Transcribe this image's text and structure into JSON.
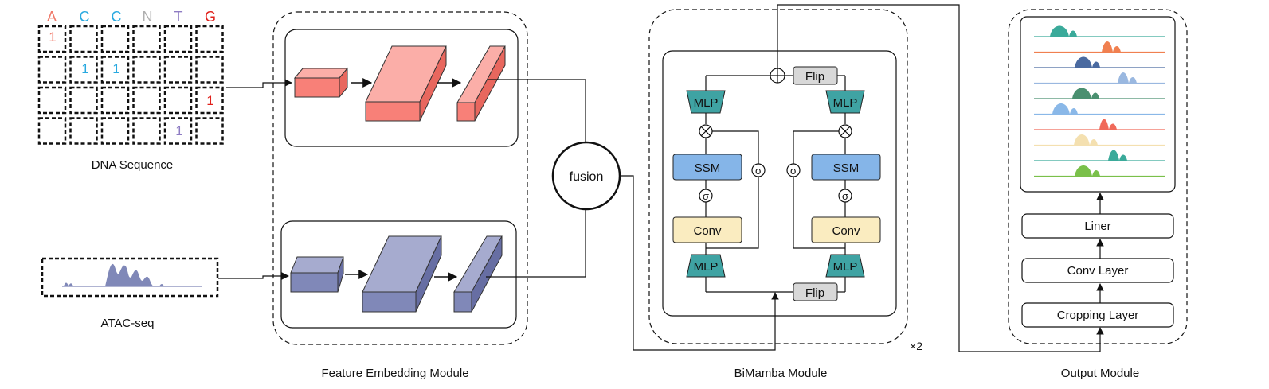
{
  "dna": {
    "bases": [
      "A",
      "C",
      "C",
      "N",
      "T",
      "G"
    ],
    "base_colors": [
      "#f07a6a",
      "#29a9e0",
      "#29a9e0",
      "#b0b0b0",
      "#8e7cc3",
      "#e0201b"
    ],
    "ones": [
      "1",
      "1",
      "1",
      "1",
      "1"
    ],
    "caption": "DNA Sequence"
  },
  "atac": {
    "caption": "ATAC-seq"
  },
  "modules": {
    "feature_embedding": "Feature Embedding Module",
    "bimamba": "BiMamba Module",
    "output": "Output Module",
    "repeat": "×2"
  },
  "fusion": "fusion",
  "bimamba": {
    "flip": "Flip",
    "mlp": "MLP",
    "ssm": "SSM",
    "conv": "Conv",
    "sigma": "σ"
  },
  "output": {
    "liner": "Liner",
    "conv_layer": "Conv Layer",
    "cropping": "Cropping Layer",
    "track_colors": [
      "#3aaa9a",
      "#f08050",
      "#4a6aa0",
      "#9ab8e0",
      "#4a9070",
      "#8ab8e8",
      "#f06a5a",
      "#f4e0b0",
      "#3aaa9a",
      "#7ac04a"
    ]
  },
  "colors": {
    "dna_block": "#f88078",
    "atac_block": "#8088b8",
    "mlp": "#3fa3a3",
    "ssm": "#85b5e8",
    "conv": "#faecc0",
    "flip": "#d8d8d8"
  }
}
